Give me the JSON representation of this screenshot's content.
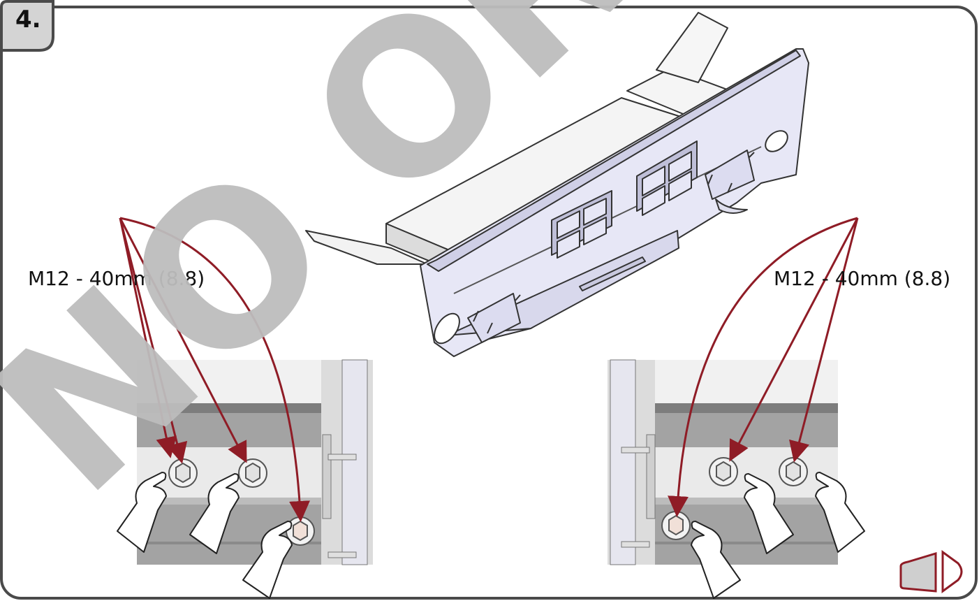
{
  "step": {
    "number": "4."
  },
  "watermark": {
    "text": "NO ORI"
  },
  "callouts": {
    "left": {
      "label": "M12 - 40mm (8.8)"
    },
    "right": {
      "label": "M12 - 40mm (8.8)"
    }
  },
  "colors": {
    "frame": "#4a4a4a",
    "tab_fill": "#d4d4d4",
    "arrow": "#8f1c26",
    "watermark": "#bdbdbd",
    "part": "#e7e7f6",
    "part_stroke": "#333333",
    "photo_dark": "#9d9d9d",
    "photo_light": "#eaeaea"
  },
  "icons": {
    "next": "next-page-icon",
    "hand": "hand-icon",
    "bolt": "bolt-icon"
  }
}
